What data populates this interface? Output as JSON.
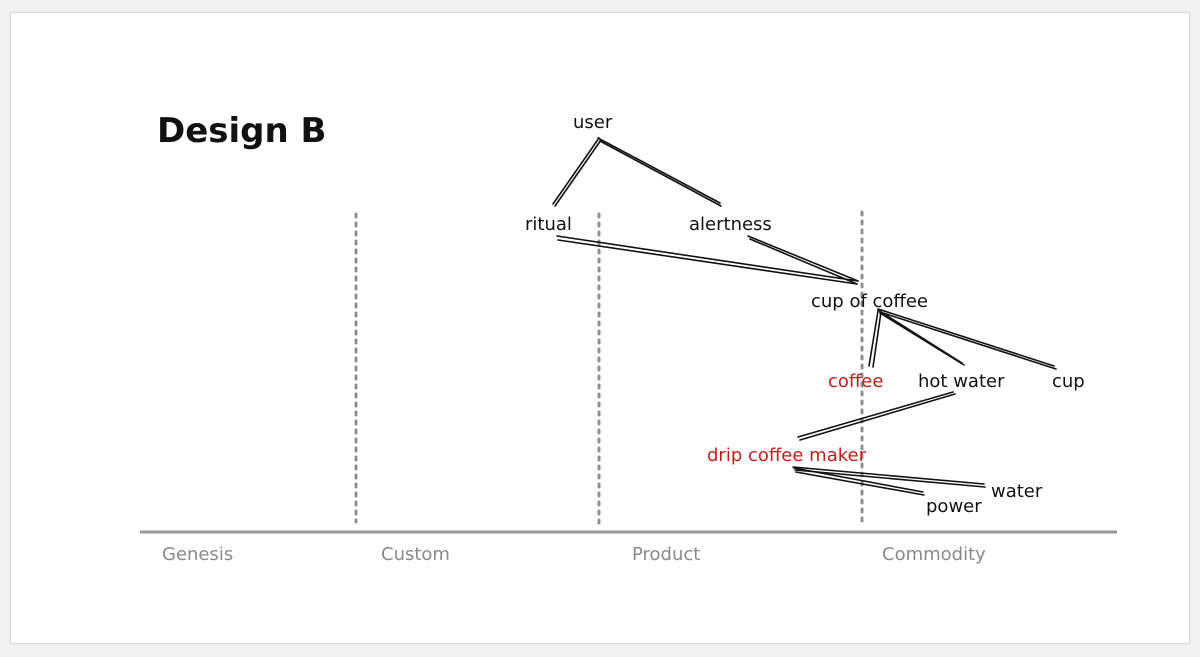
{
  "title": "Design B",
  "axis": {
    "stages": [
      "Genesis",
      "Custom",
      "Product",
      "Commodity"
    ]
  },
  "nodes": {
    "user": "user",
    "ritual": "ritual",
    "alertness": "alertness",
    "cup_of_coffee": "cup of coffee",
    "coffee": "coffee",
    "hot_water": "hot water",
    "cup": "cup",
    "drip_coffee_maker": "drip coffee maker",
    "water": "water",
    "power": "power"
  },
  "colors": {
    "ink": "#111111",
    "highlight": "#c0201c",
    "axis": "#9a9a9a",
    "axis_label": "#8a8a8a",
    "divider": "#8f8f8f"
  }
}
